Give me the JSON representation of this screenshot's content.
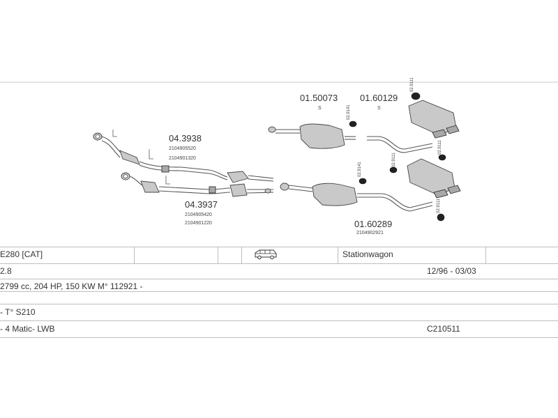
{
  "diagram": {
    "parts": [
      {
        "number": "04.3938",
        "refs": [
          "2104905520",
          "2104901320"
        ]
      },
      {
        "number": "04.3937",
        "refs": [
          "2104905420",
          "2104901220"
        ]
      },
      {
        "number": "01.50073",
        "sub": "S"
      },
      {
        "number": "01.60129",
        "sub": "S"
      },
      {
        "number": "01.60289",
        "refs": [
          "2104902921"
        ]
      }
    ],
    "clips": [
      "02.9111",
      "02.9141",
      "02.9111",
      "02.9111",
      "02.9141",
      "02.9111"
    ]
  },
  "table": {
    "model": "E280  [CAT]",
    "vehicle_icon": "station-wagon-icon",
    "body_type": "Stationwagon",
    "engine": "2.8",
    "date_range": "12/96 - 03/03",
    "specs": "2799 cc, 204 HP, 150 KW M° 112921 -",
    "type": "- T° S210",
    "variant": "- 4 Matic- LWB",
    "code": "C210511"
  }
}
